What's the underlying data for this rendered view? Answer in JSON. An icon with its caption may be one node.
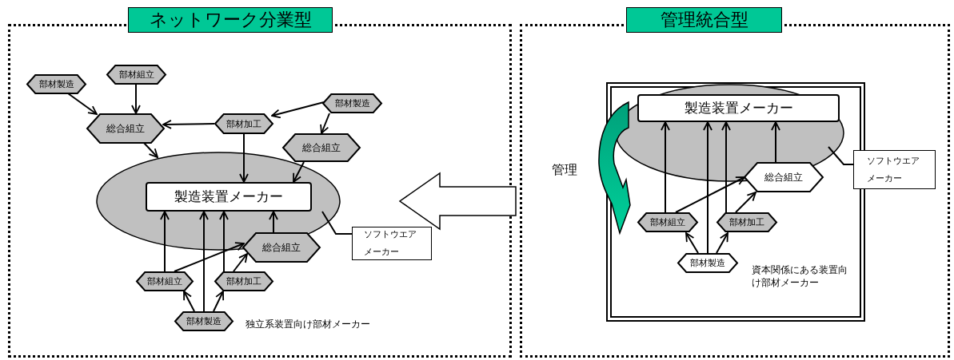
{
  "diagram": {
    "nodes": [
      {
        "text": [
          "ネットワーク分業型"
        ]
      },
      {
        "text": [],
        "shape": "ellipse",
        "in": 0
      },
      {
        "text": [
          "製造装置メーカー"
        ],
        "in": 1
      },
      {
        "text": [
          "部材製造"
        ],
        "in": 0
      },
      {
        "text": [
          "部材組立"
        ],
        "in": 0
      },
      {
        "text": [
          "総合組立"
        ],
        "in": 0
      },
      {
        "text": [
          "部材加工"
        ],
        "in": 0
      },
      {
        "text": [
          "部材製造"
        ],
        "in": 0
      },
      {
        "text": [
          "総合組立"
        ],
        "in": 0
      },
      {
        "text": [
          "総合組立"
        ],
        "in": 0
      },
      {
        "text": [
          "部材組立"
        ],
        "in": 0
      },
      {
        "text": [
          "部材加工"
        ],
        "in": 0
      },
      {
        "text": [
          "部材製造"
        ],
        "in": 0
      },
      {
        "text": [
          "ソフトウエアメーカー"
        ],
        "in": 0
      },
      {
        "text": [
          "管理統合型"
        ]
      },
      {
        "text": [
          "資本関係にある装置向け部材メーカー"
        ],
        "in": 14
      },
      {
        "text": [],
        "shape": "ellipse",
        "in": 15
      },
      {
        "text": [
          "製造装置メーカー"
        ],
        "in": 16
      },
      {
        "text": [
          "総合組立"
        ],
        "in": 15
      },
      {
        "text": [
          "部材組立"
        ],
        "in": 15
      },
      {
        "text": [
          "部材加工"
        ],
        "in": 15
      },
      {
        "text": [
          "部材製造"
        ],
        "in": 15
      },
      {
        "text": [
          "ソフトウエアメーカー"
        ],
        "in": 14
      }
    ],
    "edges": [
      {
        "from": 3,
        "to": 5,
        "arrow": "to"
      },
      {
        "from": 4,
        "to": 5,
        "arrow": "to"
      },
      {
        "from": 6,
        "to": 5,
        "arrow": "to"
      },
      {
        "from": 6,
        "to": 2,
        "arrow": "to"
      },
      {
        "from": 7,
        "to": 6,
        "arrow": "to"
      },
      {
        "from": 7,
        "to": 8,
        "arrow": "to"
      },
      {
        "from": 5,
        "to": 1,
        "arrow": "to"
      },
      {
        "from": 8,
        "to": 2,
        "arrow": "to"
      },
      {
        "from": 10,
        "to": 2,
        "arrow": "to"
      },
      {
        "from": 12,
        "to": 2,
        "arrow": "to"
      },
      {
        "from": 11,
        "to": 2,
        "arrow": "to"
      },
      {
        "from": 9,
        "to": 2,
        "arrow": "to"
      },
      {
        "from": 10,
        "to": 9,
        "arrow": "to"
      },
      {
        "from": 11,
        "to": 9,
        "arrow": "to"
      },
      {
        "from": 12,
        "to": 10,
        "arrow": "to"
      },
      {
        "from": 12,
        "to": 11,
        "arrow": "to"
      },
      {
        "from": 13,
        "to": 1,
        "arrow": "none"
      },
      {
        "from": 19,
        "to": 17,
        "arrow": "to"
      },
      {
        "from": 21,
        "to": 17,
        "arrow": "to"
      },
      {
        "from": 20,
        "to": 17,
        "arrow": "to"
      },
      {
        "from": 18,
        "to": 17,
        "arrow": "to"
      },
      {
        "from": 19,
        "to": 18,
        "arrow": "to"
      },
      {
        "from": 20,
        "to": 18,
        "arrow": "to"
      },
      {
        "from": 21,
        "to": 19,
        "arrow": "to"
      },
      {
        "from": 21,
        "to": 20,
        "arrow": "to"
      },
      {
        "from": 22,
        "to": 16,
        "arrow": "none"
      },
      {
        "from": 14,
        "to": 0,
        "arrow": "to",
        "style": "thick"
      }
    ],
    "labels": [
      "独立系装置向け部材メーカー",
      "管理"
    ]
  }
}
